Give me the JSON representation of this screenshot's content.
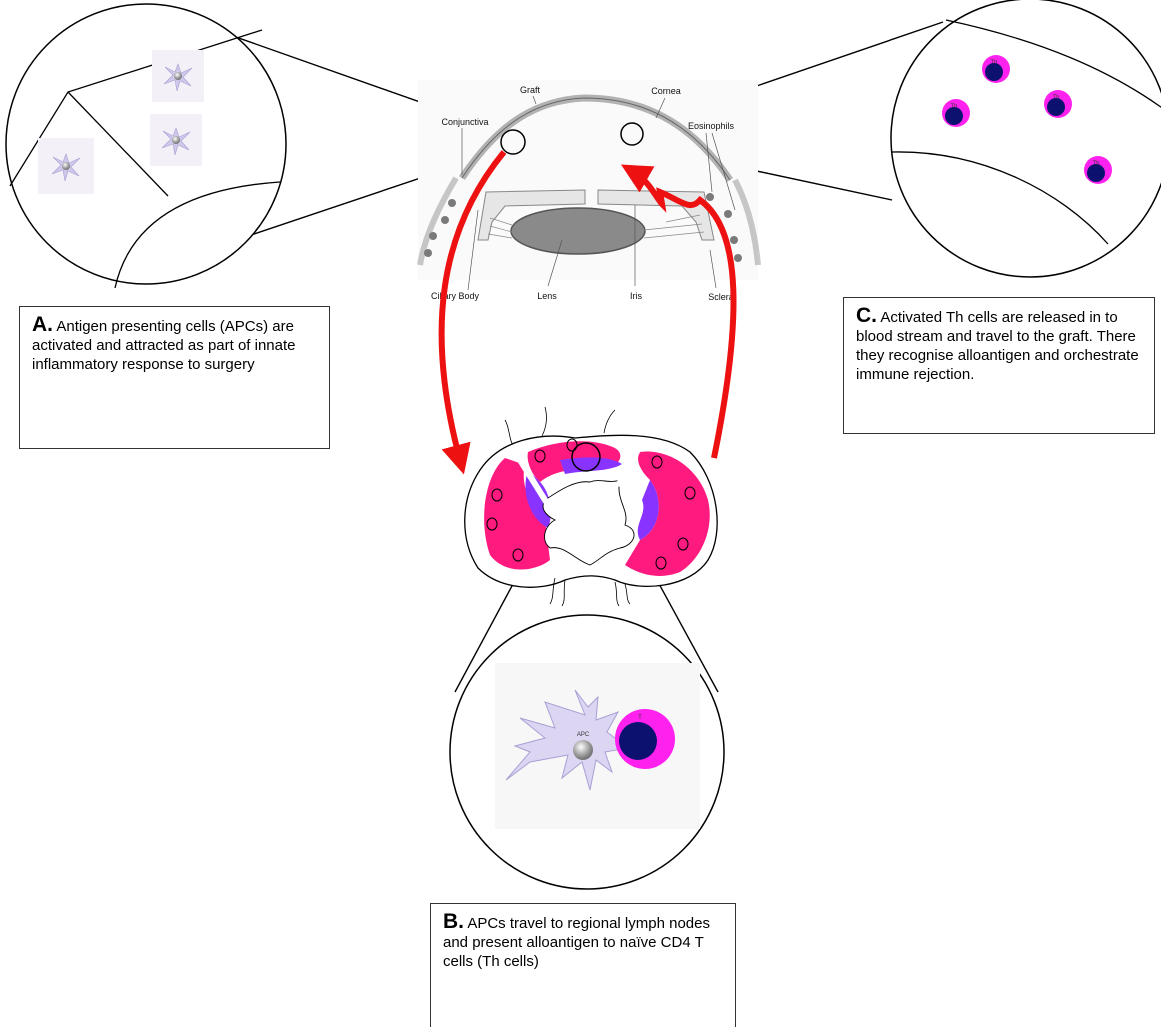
{
  "eye_labels": {
    "graft": "Graft",
    "cornea": "Cornea",
    "conjunctiva": "Conjunctiva",
    "eosinophils": "Eosinophils",
    "ciliary_body": "Ciliary Body",
    "lens": "Lens",
    "iris": "Iris",
    "sclera": "Sclera"
  },
  "cell_labels": {
    "apc": "APC",
    "t_cell": "T",
    "th": "Th"
  },
  "boxes": {
    "a": {
      "letter": "A.",
      "text": "Antigen presenting cells (APCs)  are activated and attracted as part of innate inflammatory response to surgery"
    },
    "b": {
      "letter": "B.",
      "text": "APCs travel to regional lymph nodes and present alloantigen to naïve CD4 T cells (Th cells)"
    },
    "c": {
      "letter": "C.",
      "text": "Activated Th cells are released in to blood stream and travel to the graft.  There they recognise alloantigen and orchestrate immune rejection."
    }
  },
  "colors": {
    "arrow": "#ee1111",
    "node_cortex": "#ff1a80",
    "node_paracortex": "#8833ff",
    "t_cell_outer": "#ff22ee",
    "t_cell_inner": "#0c1170",
    "apc_body": "#dcd6f2",
    "lens": "#8a8a8a"
  }
}
